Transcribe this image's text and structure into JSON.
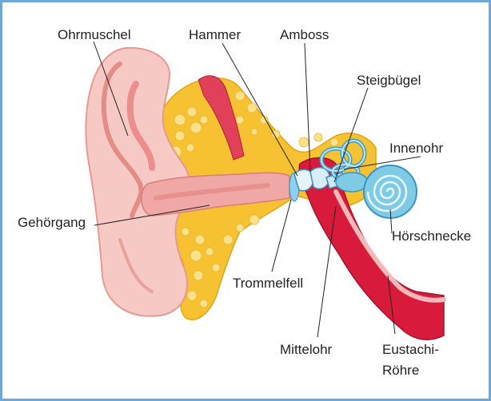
{
  "diagram": {
    "labels": {
      "ohrmuschel": "Ohrmuschel",
      "hammer": "Hammer",
      "amboss": "Amboss",
      "steigbuegel": "Steigbügel",
      "innenohr": "Innenohr",
      "gehoergang": "Gehörgang",
      "hoerschnecke": "Hörschnecke",
      "trommelfell": "Trommelfell",
      "mittelohr": "Mittelohr",
      "eustachi_line1": "Eustachi-",
      "eustachi_line2": "Röhre"
    }
  },
  "colors": {
    "frame": "#6fa8d6",
    "skin": "#f6c9c4",
    "fat": "#f6c232",
    "middle_ear": "#d81b3c",
    "inner_ear": "#7fcbe6"
  }
}
